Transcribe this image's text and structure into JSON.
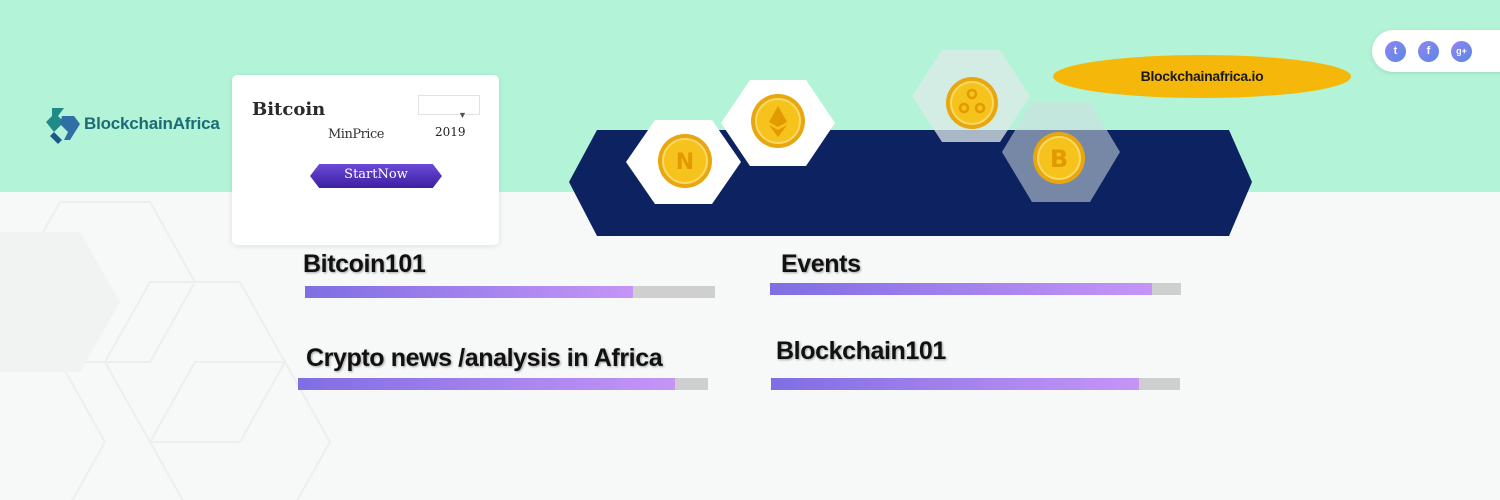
{
  "logo": {
    "name": "BlockchainAfrica"
  },
  "widget": {
    "title": "Bitcoin",
    "subtitle": "MinPrice",
    "year": "2019",
    "button_label": "StartNow"
  },
  "website": {
    "label": "Blockchainafrica.io"
  },
  "social": [
    {
      "name": "twitter",
      "glyph": "t"
    },
    {
      "name": "facebook",
      "glyph": "f"
    },
    {
      "name": "google-plus",
      "glyph": "g+"
    }
  ],
  "coins": [
    "N",
    "Ethereum",
    "Ripple",
    "B"
  ],
  "categories": [
    {
      "label": "Bitcoin101",
      "progress": 0.8
    },
    {
      "label": "Events",
      "progress": 0.93
    },
    {
      "label": "Crypto news /analysis in Africa",
      "progress": 0.92
    },
    {
      "label": "Blockchain101",
      "progress": 0.9
    }
  ],
  "colors": {
    "top_band": "#b3f4d8",
    "banner": "#0d2260",
    "coin": "#f6c21c",
    "pill": "#f5b80a",
    "button": "#4b2fc0",
    "bar_fill_start": "#7f6ee3",
    "bar_fill_end": "#c595f7",
    "bar_track": "#cfcfcf"
  }
}
